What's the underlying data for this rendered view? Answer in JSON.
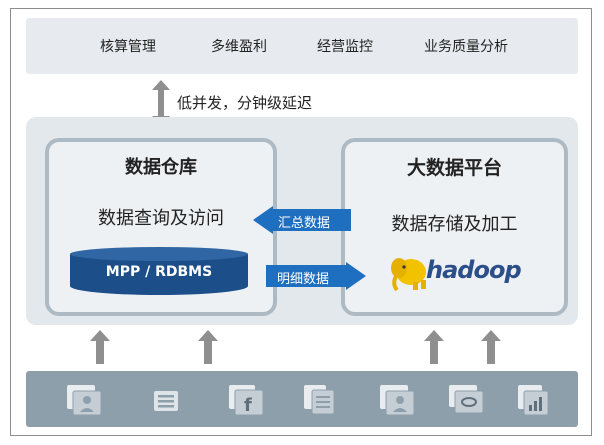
{
  "top_modules": [
    "核算管理",
    "多维盈利",
    "经营监控",
    "业务质量分析"
  ],
  "latency_note": "低并发，分钟级延迟",
  "warehouse": {
    "title": "数据仓库",
    "subtitle": "数据查询及访问",
    "db_label": "MPP / RDBMS"
  },
  "bigdata": {
    "title": "大数据平台",
    "subtitle": "数据存储及加工",
    "logo_text": "hadoop"
  },
  "flows": {
    "to_warehouse": "汇总数据",
    "to_bigdata": "明细数据"
  },
  "colors": {
    "flow_blue": "#1f6fc0",
    "db_blue": "#1c4f8a",
    "arrow_gray": "#8f8f8f",
    "box_border": "#aebac3",
    "bottom_bar": "#8e9fac"
  },
  "source_icons": [
    "user-card-icon",
    "document-stack-icon",
    "facebook-icon",
    "document-copy-icon",
    "user-card-icon",
    "card-icon",
    "chart-card-icon"
  ]
}
